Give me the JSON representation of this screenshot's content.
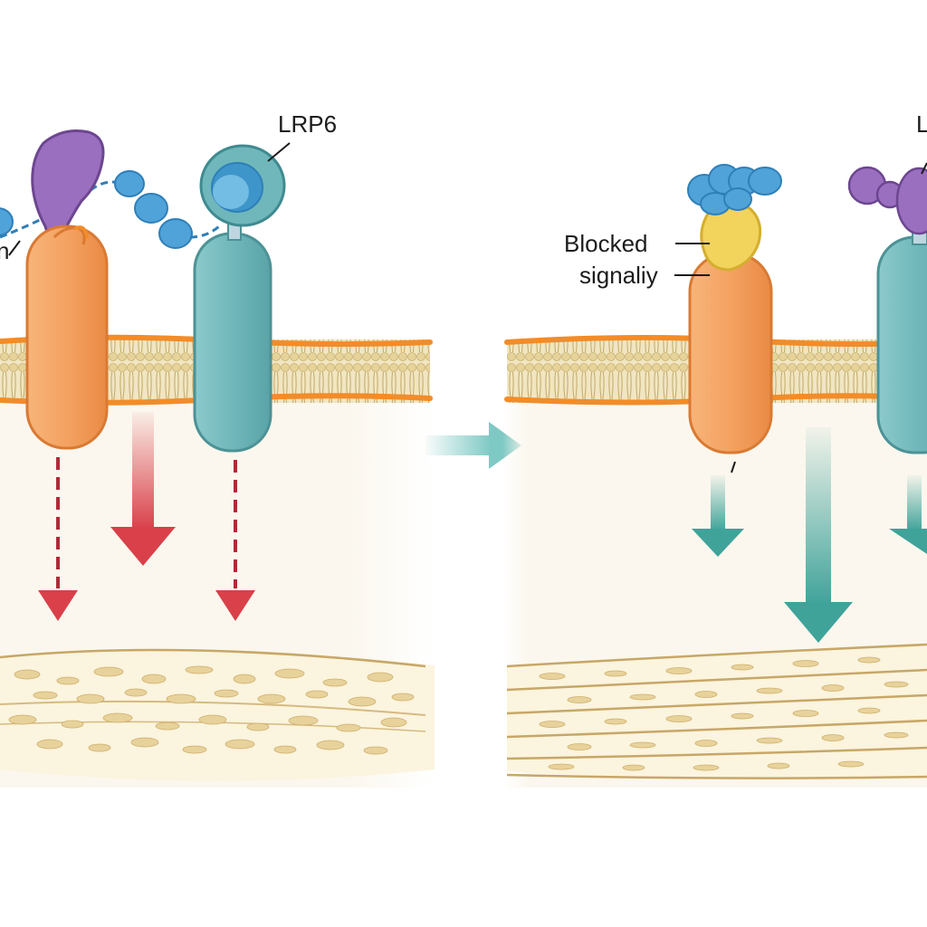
{
  "labels": {
    "lrp6": "LRP6",
    "partial_left": "n",
    "partial_right": "L",
    "blocked_line1": "Blocked",
    "blocked_line2": "signaliy"
  },
  "colors": {
    "frizzled_receptor": "#F4A261",
    "lrp6_receptor": "#6FB7BA",
    "wnt_ligand": "#9B6FBF",
    "blocker": "#F2D35B",
    "chain_beads": "#4FA3D9",
    "membrane": "#E9DDB0",
    "membrane_edge": "#F28C28",
    "cytoplasm": "#FBF7EE",
    "active_signal_arrow": "#D9404A",
    "reduced_signal_arrow": "#3FA39A",
    "transition_arrow": "#7FC9C4",
    "tissue_fibers": "#E8D29B"
  },
  "icons": {
    "transition": "arrow-right-icon",
    "signal": "arrow-down-icon"
  }
}
